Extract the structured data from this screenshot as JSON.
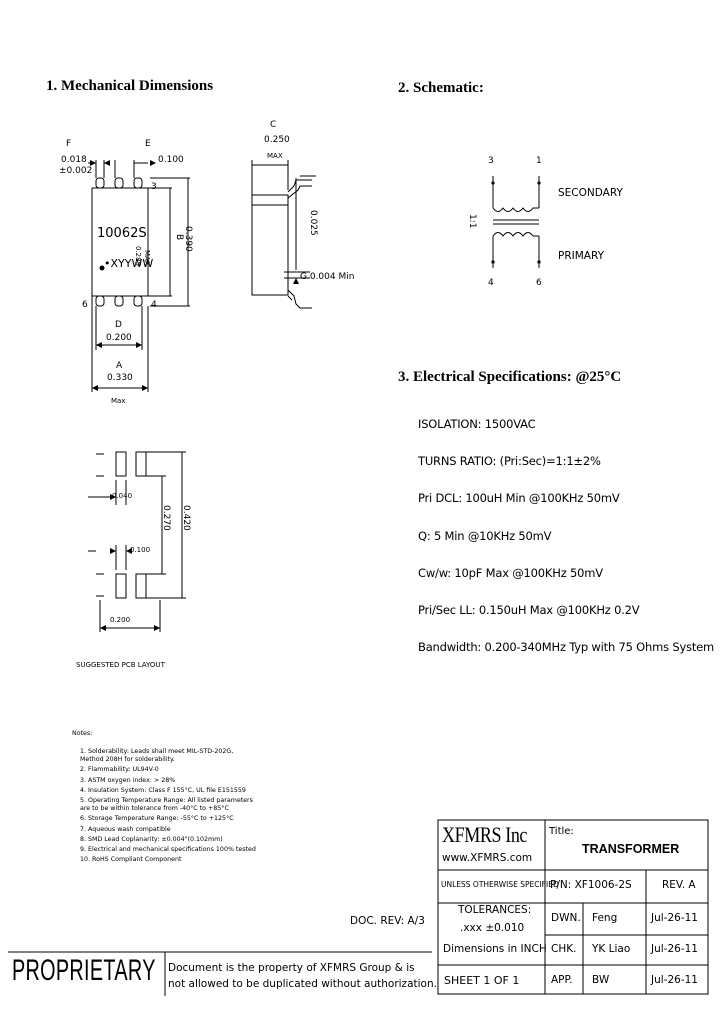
{
  "sections": {
    "mechanical": "1. Mechanical Dimensions",
    "schematic": "2. Schematic:",
    "electrical": "3. Electrical Specifications: @25°C"
  },
  "mech": {
    "f_label": "F",
    "f_val": "0.018",
    "f_tol": "±0.002",
    "e_label": "E",
    "e_val": "0.100",
    "pin3": "3",
    "pin6": "6",
    "pin4": "4",
    "part_mark": "10062S",
    "date_mark": "•XYYWW",
    "max_285": "0.285",
    "max_285b": "MAX",
    "b_label": "B",
    "b_val": "0.390",
    "d_label": "D",
    "d_val": "0.200",
    "a_label": "A",
    "a_val": "0.330",
    "a_max": "Max",
    "c_label": "C",
    "c_val": "0.250",
    "c_max": "MAX",
    "side_025": "0.025",
    "g_label": "G 0.004 Min"
  },
  "pcb": {
    "v040": "0.040",
    "v100": "0.100",
    "v200": "0.200",
    "v270": "0.270",
    "v420": "0.420",
    "caption": "SUGGESTED PCB LAYOUT"
  },
  "schem": {
    "pin3": "3",
    "pin1": "1",
    "pin4": "4",
    "pin6": "6",
    "ratio": "1:1",
    "secondary": "SECONDARY",
    "primary": "PRIMARY"
  },
  "specs": [
    "ISOLATION: 1500VAC",
    "TURNS RATIO: (Pri:Sec)=1:1±2%",
    "Pri DCL: 100uH Min @100KHz 50mV",
    "Q: 5 Min @10KHz 50mV",
    "Cw/w: 10pF Max @100KHz 50mV",
    "Pri/Sec LL: 0.150uH Max @100KHz 0.2V",
    "Bandwidth: 0.200-340MHz Typ with 75 Ohms System"
  ],
  "notes": {
    "title": "Notes:",
    "items": [
      "1. Solderability: Leads shall meet MIL-STD-202G,",
      "    Method 208H for solderability.",
      "2. Flammability: UL94V-0",
      "3. ASTM oxygen index: > 28%",
      "4. Insulation System: Class F 155°C, UL file E151559",
      "5. Operating Temperature Range: All listed parameters",
      "    are to be within tolerance from -40°C to +85°C",
      "6. Storage Temperature Range: -55°C to +125°C",
      "7. Aqueous wash compatible",
      "8. SMD Lead Coplanarity: ±0.004\"(0.102mm)",
      "9. Electrical and mechanical specifications 100% tested",
      "10. RoHS Compliant Component"
    ]
  },
  "doc_rev": "DOC. REV: A/3",
  "titleblock": {
    "company": "XFMRS Inc",
    "website": "www.XFMRS.com",
    "title_label": "Title:",
    "title_value": "TRANSFORMER",
    "unless": "UNLESS OTHERWISE SPECIFIED",
    "pn": "P/N: XF1006-2S",
    "rev": "REV. A",
    "tolerances": "TOLERANCES:",
    "tol_value": ".xxx ±0.010",
    "dimensions": "Dimensions in INCH",
    "dwn": "DWN.",
    "dwn_name": "Feng",
    "dwn_date": "Jul-26-11",
    "chk": "CHK.",
    "chk_name": "YK Liao",
    "chk_date": "Jul-26-11",
    "app": "APP.",
    "app_name": "BW",
    "app_date": "Jul-26-11",
    "sheet": "SHEET  1  OF  1"
  },
  "footer": {
    "proprietary": "PROPRIETARY",
    "line1": "Document is the property of XFMRS Group & is",
    "line2": "not allowed to be duplicated without authorization."
  }
}
